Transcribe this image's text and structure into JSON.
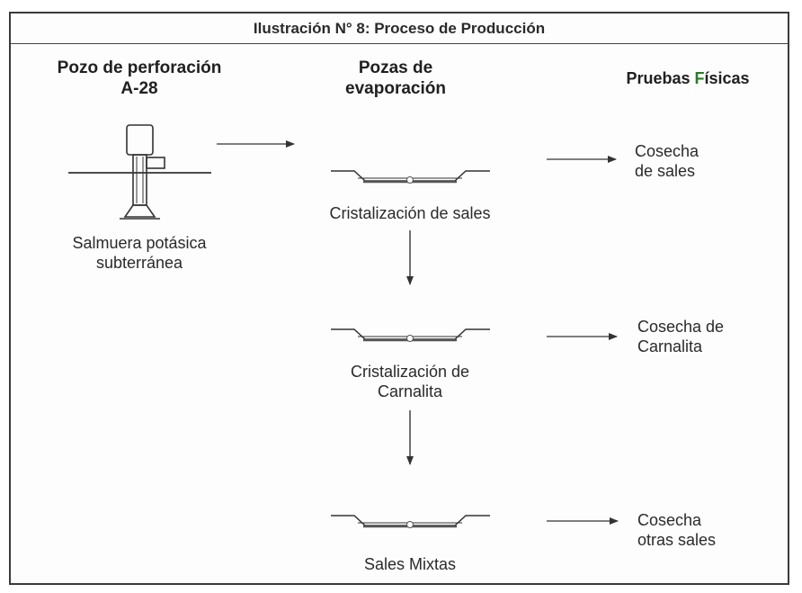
{
  "title": "Ilustración N° 8: Proceso de Producción",
  "headers": {
    "col1_line1": "Pozo de perforación",
    "col1_line2": "A-28",
    "col2_line1": "Pozas de",
    "col2_line2": "evaporación",
    "col3_pre": "Pruebas ",
    "col3_highlight": "F",
    "col3_post": "ísicas"
  },
  "well": {
    "label_line1": "Salmuera potásica",
    "label_line2": "subterránea"
  },
  "stages": [
    {
      "label_line1": "Cristalización de sales",
      "label_line2": "",
      "output_line1": "Cosecha",
      "output_line2": "de sales"
    },
    {
      "label_line1": "Cristalización de",
      "label_line2": "Carnalita",
      "output_line1": "Cosecha de",
      "output_line2": "Carnalita"
    },
    {
      "label_line1": "Sales Mixtas",
      "label_line2": "",
      "output_line1": "Cosecha",
      "output_line2": "otras sales"
    }
  ],
  "colors": {
    "border": "#3a3a3a",
    "line": "#333333",
    "highlight": "#2a7a2a"
  }
}
